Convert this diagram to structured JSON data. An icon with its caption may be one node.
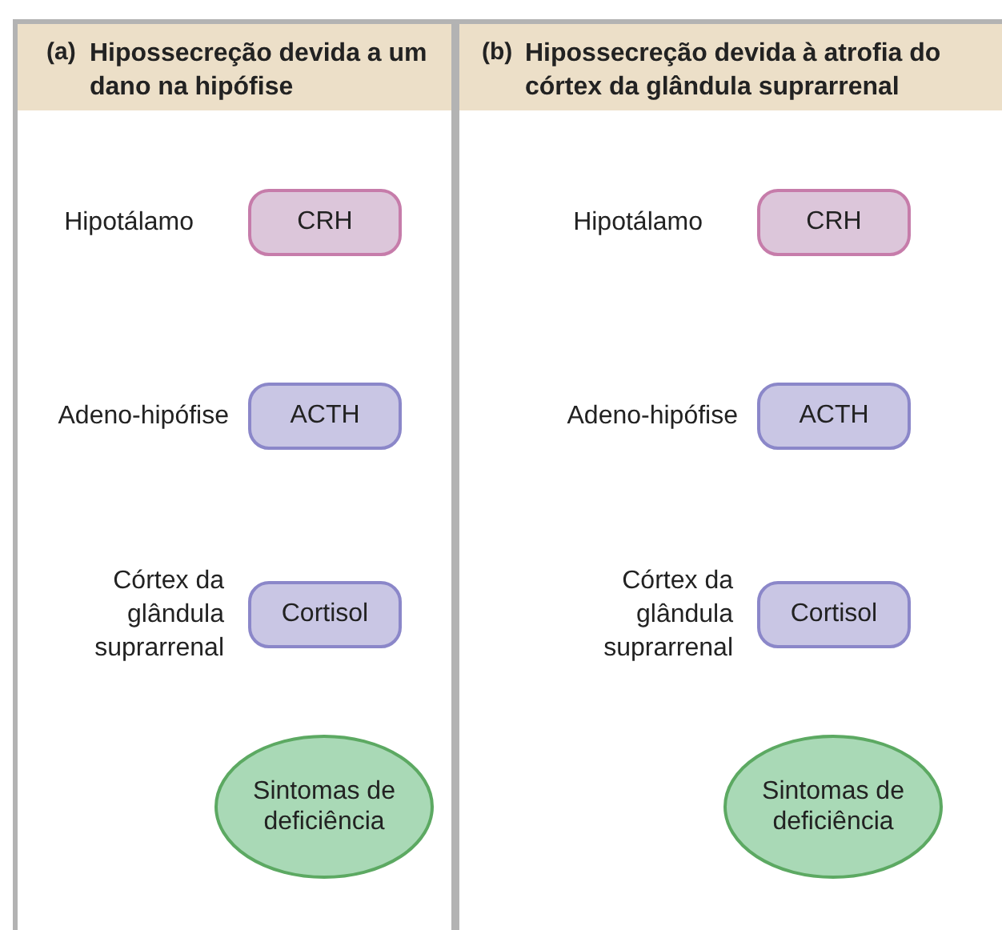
{
  "diagram": {
    "nodes": [
      {
        "text": [
          "(a)",
          "Hipossecreção devida a um dano na hipófise"
        ]
      },
      {
        "text": [
          "CRH"
        ],
        "in": 0,
        "beside": [
          "Hipotálamo"
        ]
      },
      {
        "text": [
          "ACTH"
        ],
        "in": 0,
        "beside": [
          "Adeno-hipófise"
        ]
      },
      {
        "text": [
          "Cortisol"
        ],
        "in": 0,
        "beside": [
          "Córtex da glândula suprarrenal"
        ]
      },
      {
        "text": [
          "Sintomas de deficiência"
        ],
        "in": 0
      },
      {
        "text": [
          "(b)",
          "Hipossecreção devida à atrofia do córtex da glândula suprarrenal"
        ]
      },
      {
        "text": [
          "CRH"
        ],
        "in": 5,
        "beside": [
          "Hipotálamo"
        ]
      },
      {
        "text": [
          "ACTH"
        ],
        "in": 5,
        "beside": [
          "Adeno-hipófise"
        ]
      },
      {
        "text": [
          "Cortisol"
        ],
        "in": 5,
        "beside": [
          "Córtex da glândula suprarrenal"
        ]
      },
      {
        "text": [
          "Sintomas de deficiência"
        ],
        "in": 5
      }
    ],
    "edges": []
  }
}
